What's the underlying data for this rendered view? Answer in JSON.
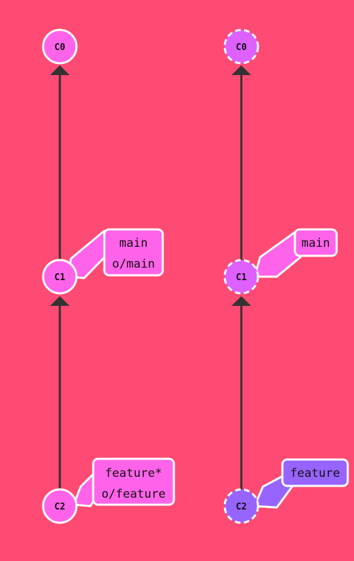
{
  "colors": {
    "background": "#FF4A73",
    "commit_local": "#FF63EA",
    "commit_remote": "#DD60FF",
    "commit_selected": "#9764FF",
    "branch_local": "#FF63EA",
    "branch_selected": "#9764FF",
    "edge": "#333333",
    "outline": "#FFFFFF"
  },
  "left_tree": {
    "commits": [
      {
        "id": "C0",
        "label": "C0"
      },
      {
        "id": "C1",
        "label": "C1"
      },
      {
        "id": "C2",
        "label": "C2"
      }
    ],
    "branches": [
      {
        "target": "C1",
        "lines": [
          "main",
          "o/main"
        ]
      },
      {
        "target": "C2",
        "lines": [
          "feature*",
          "o/feature"
        ]
      }
    ]
  },
  "right_tree": {
    "commits": [
      {
        "id": "C0",
        "label": "C0",
        "style": "dashed"
      },
      {
        "id": "C1",
        "label": "C1",
        "style": "dashed"
      },
      {
        "id": "C2",
        "label": "C2",
        "style": "selected"
      }
    ],
    "branches": [
      {
        "target": "C1",
        "lines": [
          "main"
        ]
      },
      {
        "target": "C2",
        "lines": [
          "feature"
        ],
        "style": "selected"
      }
    ]
  }
}
